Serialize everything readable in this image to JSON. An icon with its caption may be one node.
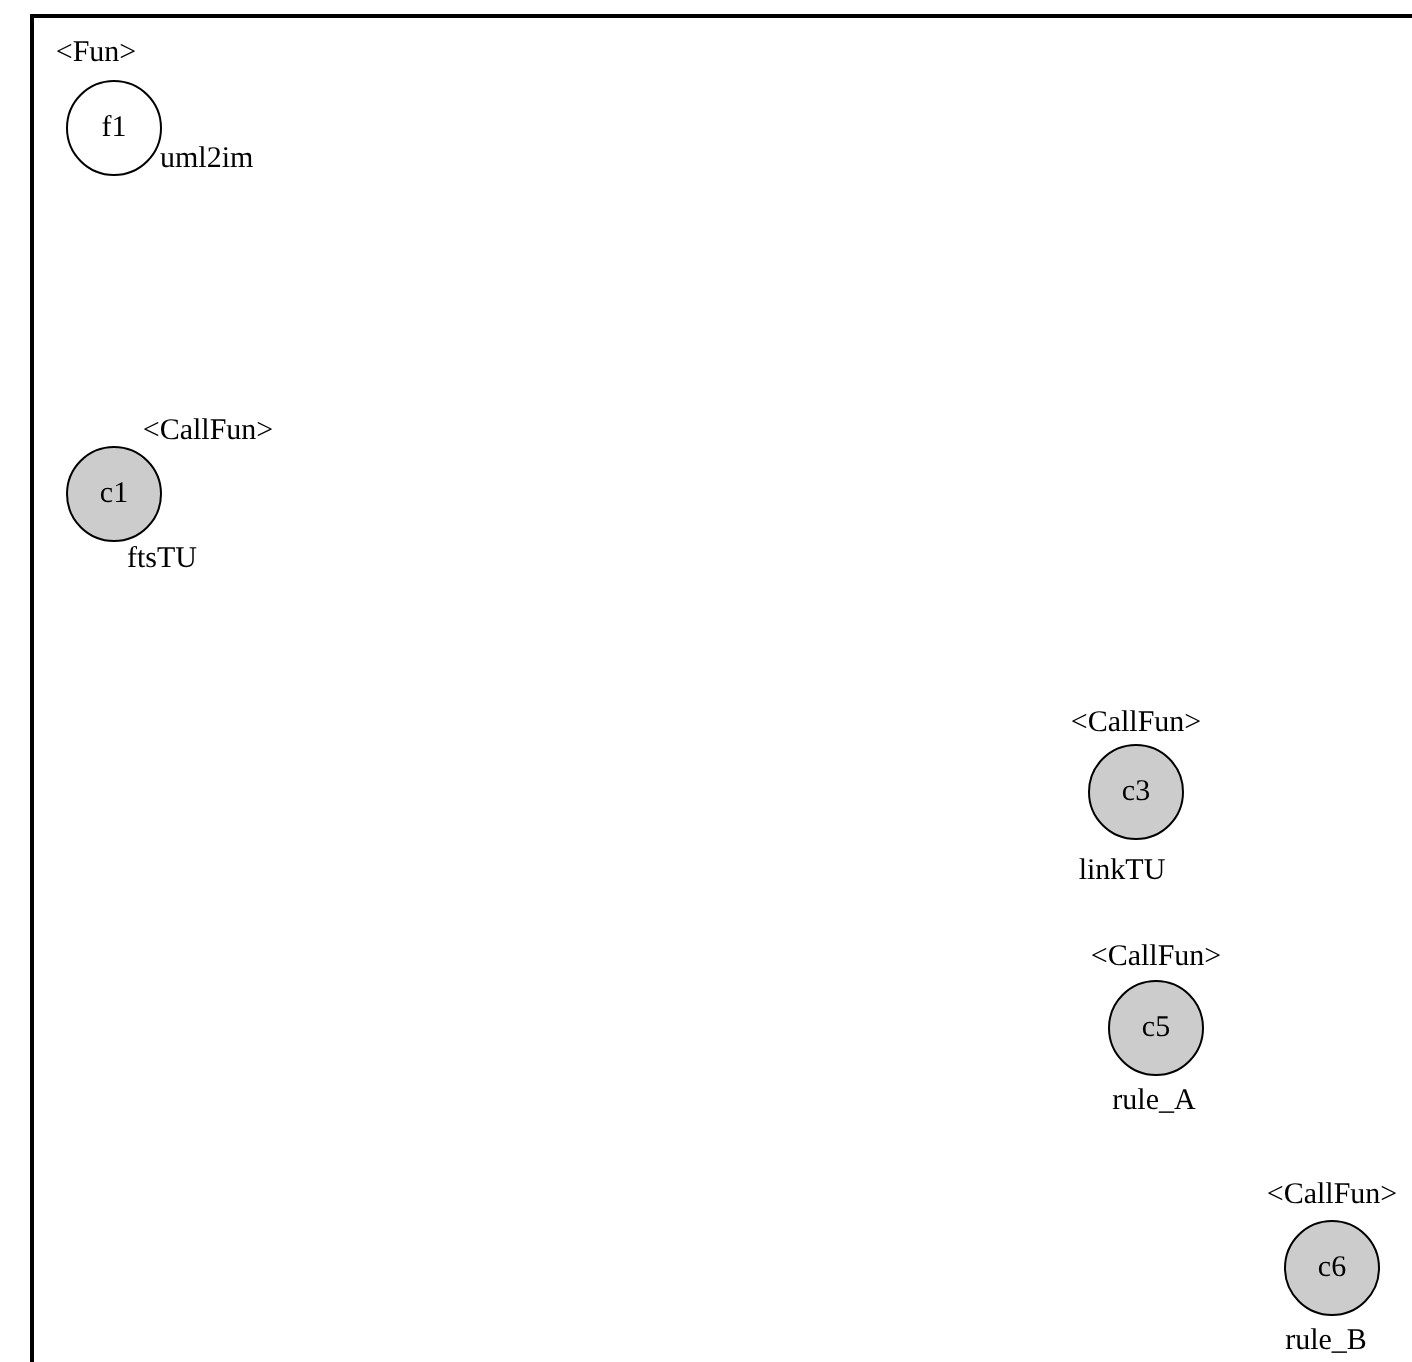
{
  "diagram": {
    "nodes": [
      {
        "text": [
          "f1"
        ],
        "beside": [
          "<Fun>",
          "uml2im"
        ]
      },
      {
        "text": [
          "c1"
        ],
        "beside": [
          "<CallFun>",
          "ftsTU"
        ]
      },
      {
        "text": [
          "c3"
        ],
        "beside": [
          "<CallFun>",
          "linkTU"
        ]
      },
      {
        "text": [
          "c5"
        ],
        "beside": [
          "<CallFun>",
          "rule_A"
        ]
      },
      {
        "text": [
          "c6"
        ],
        "beside": [
          "<CallFun>",
          "rule_B"
        ]
      }
    ]
  }
}
